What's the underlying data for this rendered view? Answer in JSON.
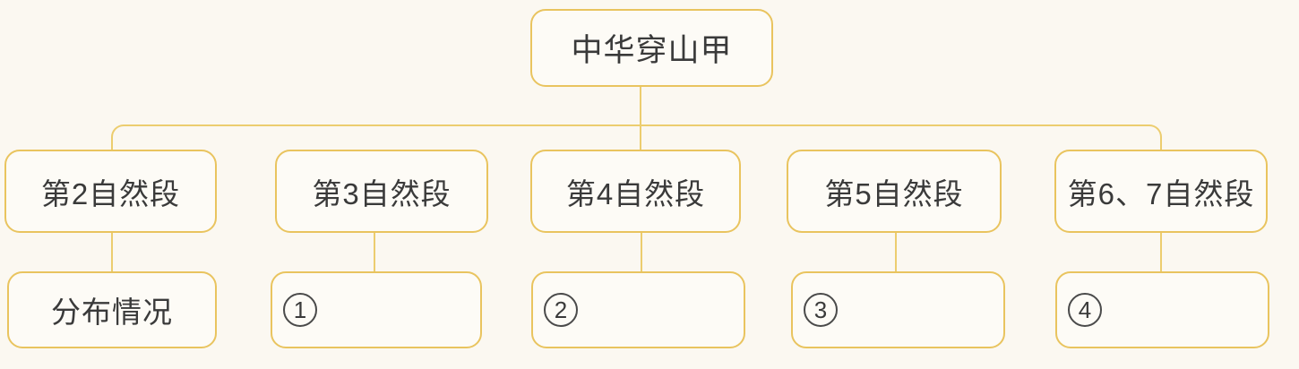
{
  "colors": {
    "background": "#fbf8f1",
    "box_border": "#e9c45f",
    "connector_line": "#eccd6f",
    "text": "#3a3a3a",
    "circle_border": "#4a4a4a"
  },
  "root": {
    "label": "中华穿山甲"
  },
  "paragraph_nodes": [
    {
      "label": "第2自然段"
    },
    {
      "label": "第3自然段"
    },
    {
      "label": "第4自然段"
    },
    {
      "label": "第5自然段"
    },
    {
      "label": "第6、7自然段"
    }
  ],
  "content_nodes": [
    {
      "type": "text",
      "label": "分布情况"
    },
    {
      "type": "circled-number",
      "label": "1"
    },
    {
      "type": "circled-number",
      "label": "2"
    },
    {
      "type": "circled-number",
      "label": "3"
    },
    {
      "type": "circled-number",
      "label": "4"
    }
  ]
}
